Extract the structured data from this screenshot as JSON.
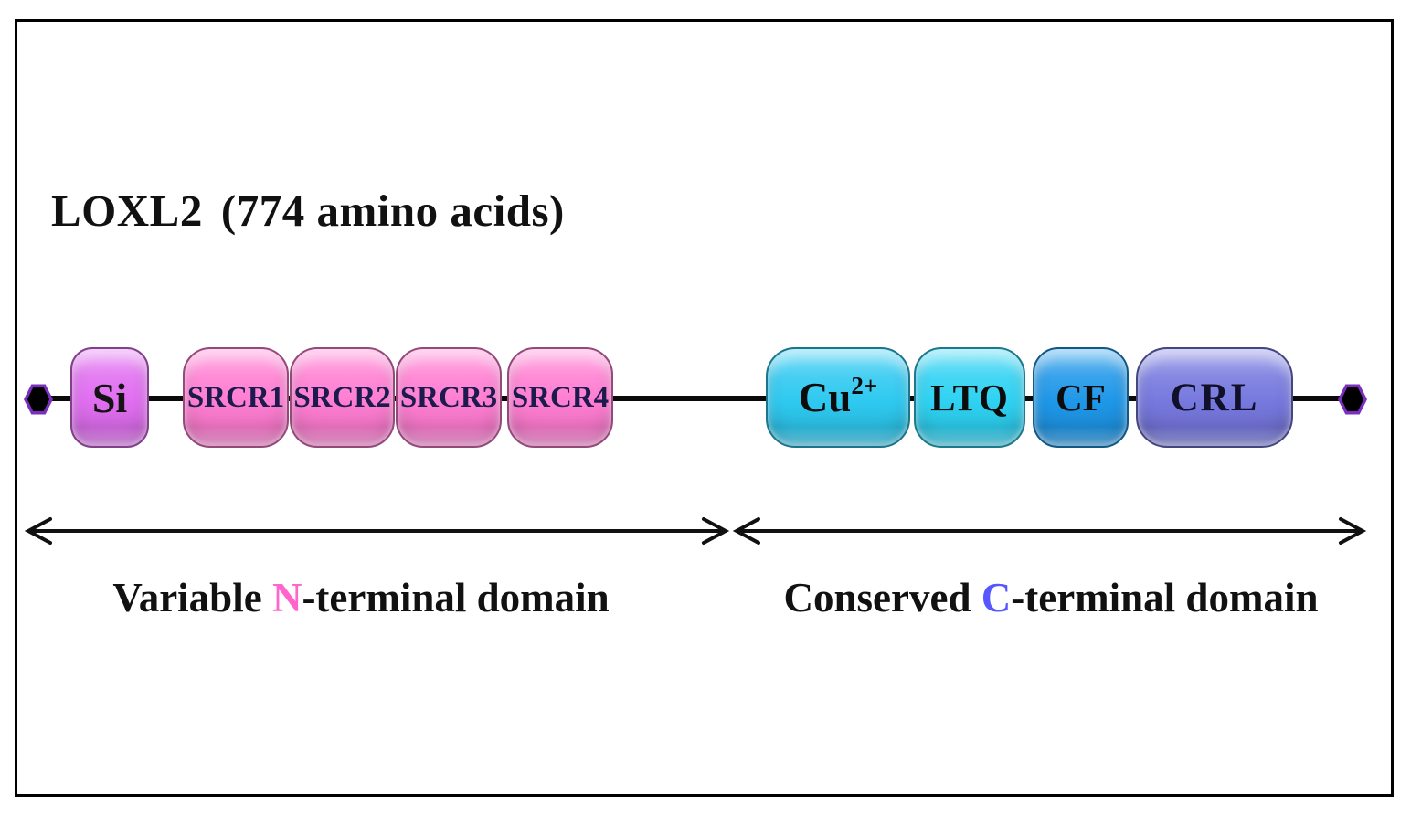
{
  "title": {
    "name": "LOXL2",
    "detail": "(774 amino acids)"
  },
  "domains": [
    {
      "label": "Si",
      "color": "#E06EF0",
      "text_color": "#141414"
    },
    {
      "label": "SRCR1",
      "color": "#FF7DD2",
      "text_color": "#1b1b4e"
    },
    {
      "label": "SRCR2",
      "color": "#FF7DD2",
      "text_color": "#1b1b4e"
    },
    {
      "label": "SRCR3",
      "color": "#FF7DD2",
      "text_color": "#1b1b4e"
    },
    {
      "label": "SRCR4",
      "color": "#FF7DD2",
      "text_color": "#1b1b4e"
    },
    {
      "label": "Cu",
      "sup": "2+",
      "color": "#2EC9F0",
      "text_color": "#0c0c0c"
    },
    {
      "label": "LTQ",
      "color": "#2ED2F2",
      "text_color": "#0c0c0c"
    },
    {
      "label": "CF",
      "color": "#1E97E8",
      "text_color": "#0c0c0c"
    },
    {
      "label": "CRL",
      "color": "#7678DE",
      "text_color": "#10102a"
    }
  ],
  "terminals": {
    "border_color": "#7B2FBE",
    "fill_color": "#000000"
  },
  "regions": [
    {
      "prefix": "Variable ",
      "highlight": "N",
      "suffix": "-terminal domain",
      "highlight_color": "#FF66CC"
    },
    {
      "prefix": "Conserved ",
      "highlight": "C",
      "suffix": "-terminal domain",
      "highlight_color": "#5757FF"
    }
  ],
  "line_color": "#111111"
}
